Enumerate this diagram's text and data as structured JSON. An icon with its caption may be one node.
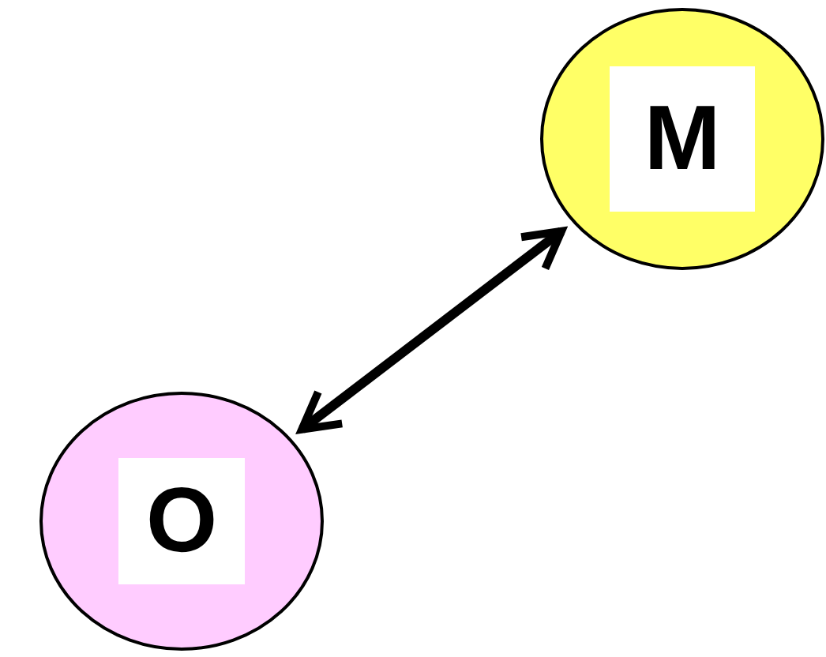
{
  "diagram": {
    "nodes": [
      {
        "text": [
          "M"
        ]
      },
      {
        "text": [
          "O"
        ]
      }
    ],
    "edges": [
      {
        "from": 1,
        "to": 0,
        "arrow": "both"
      }
    ]
  }
}
